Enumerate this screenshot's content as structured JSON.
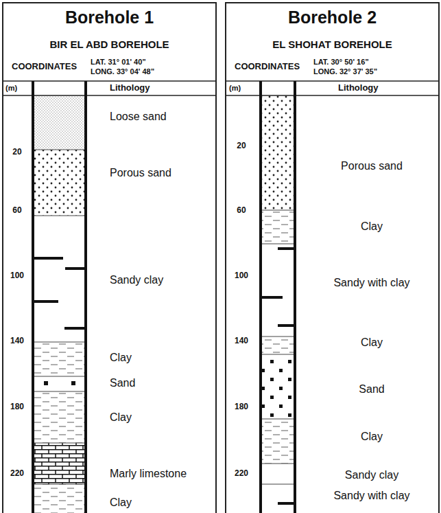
{
  "diagram": {
    "nodes": [
      {
        "text": [
          "Borehole 1",
          "BIR EL ABD BOREHOLE",
          "COORDINATES",
          "LAT. 31° 01' 40”",
          "LONG. 33° 04' 48”"
        ]
      },
      {
        "text": [
          "Borehole 2",
          "EL SHOHAT BOREHOLE",
          "COORDINATES",
          "LAT. 30° 50' 16”",
          "LONG. 32° 37' 35”"
        ]
      }
    ],
    "labels": [
      "(m)",
      "Lithology",
      "Loose sand",
      "20",
      "Porous sand",
      "60",
      "Sandy clay",
      "100",
      "140",
      "Clay",
      "Sand",
      "180",
      "Clay",
      "220",
      "Marly limestone",
      "Clay",
      "(m)",
      "Lithology",
      "20",
      "Porous sand",
      "60",
      "Clay",
      "100",
      "Sandy with clay",
      "140",
      "Clay",
      "Sand",
      "180",
      "Clay",
      "220",
      "Sandy clay",
      "Sandy with clay"
    ]
  }
}
